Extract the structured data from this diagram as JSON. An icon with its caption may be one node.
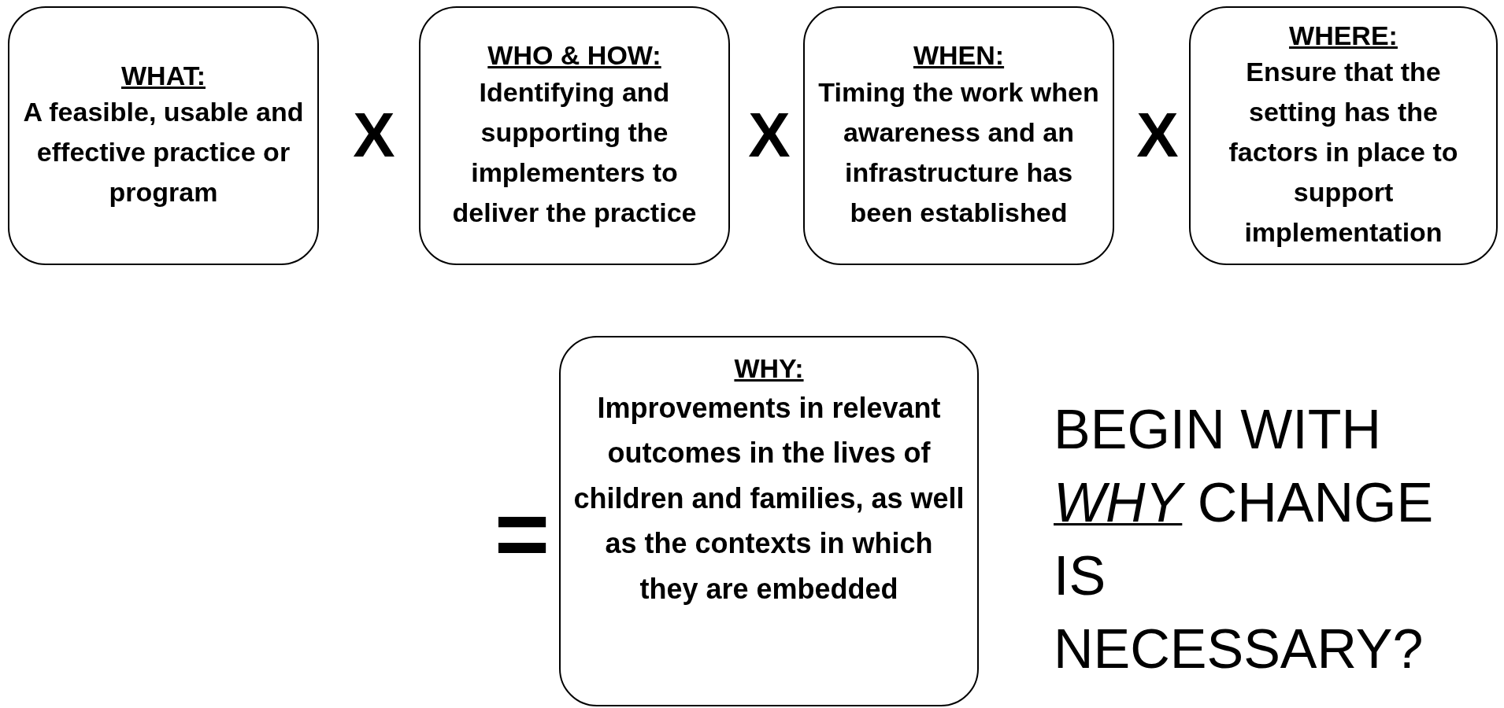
{
  "diagram": {
    "nodes": [
      {
        "text": [
          "WHAT:",
          "A feasible, usable and effective practice or program"
        ]
      },
      {
        "text": [
          "WHO & HOW:",
          "Identifying and supporting the implementers to deliver the practice"
        ]
      },
      {
        "text": [
          "WHEN:",
          "Timing the work when awareness and an infrastructure has been established"
        ]
      },
      {
        "text": [
          "WHERE:",
          "Ensure that the setting has the factors in place to support implementation"
        ]
      },
      {
        "text": [
          "WHY:",
          "Improvements in relevant outcomes in the lives of children and families, as well as the contexts in which they are embedded"
        ]
      }
    ],
    "labels": [
      "X",
      "X",
      "X",
      "=",
      "BEGIN WITH *WHY* CHANGE IS NECESSARY?"
    ]
  }
}
